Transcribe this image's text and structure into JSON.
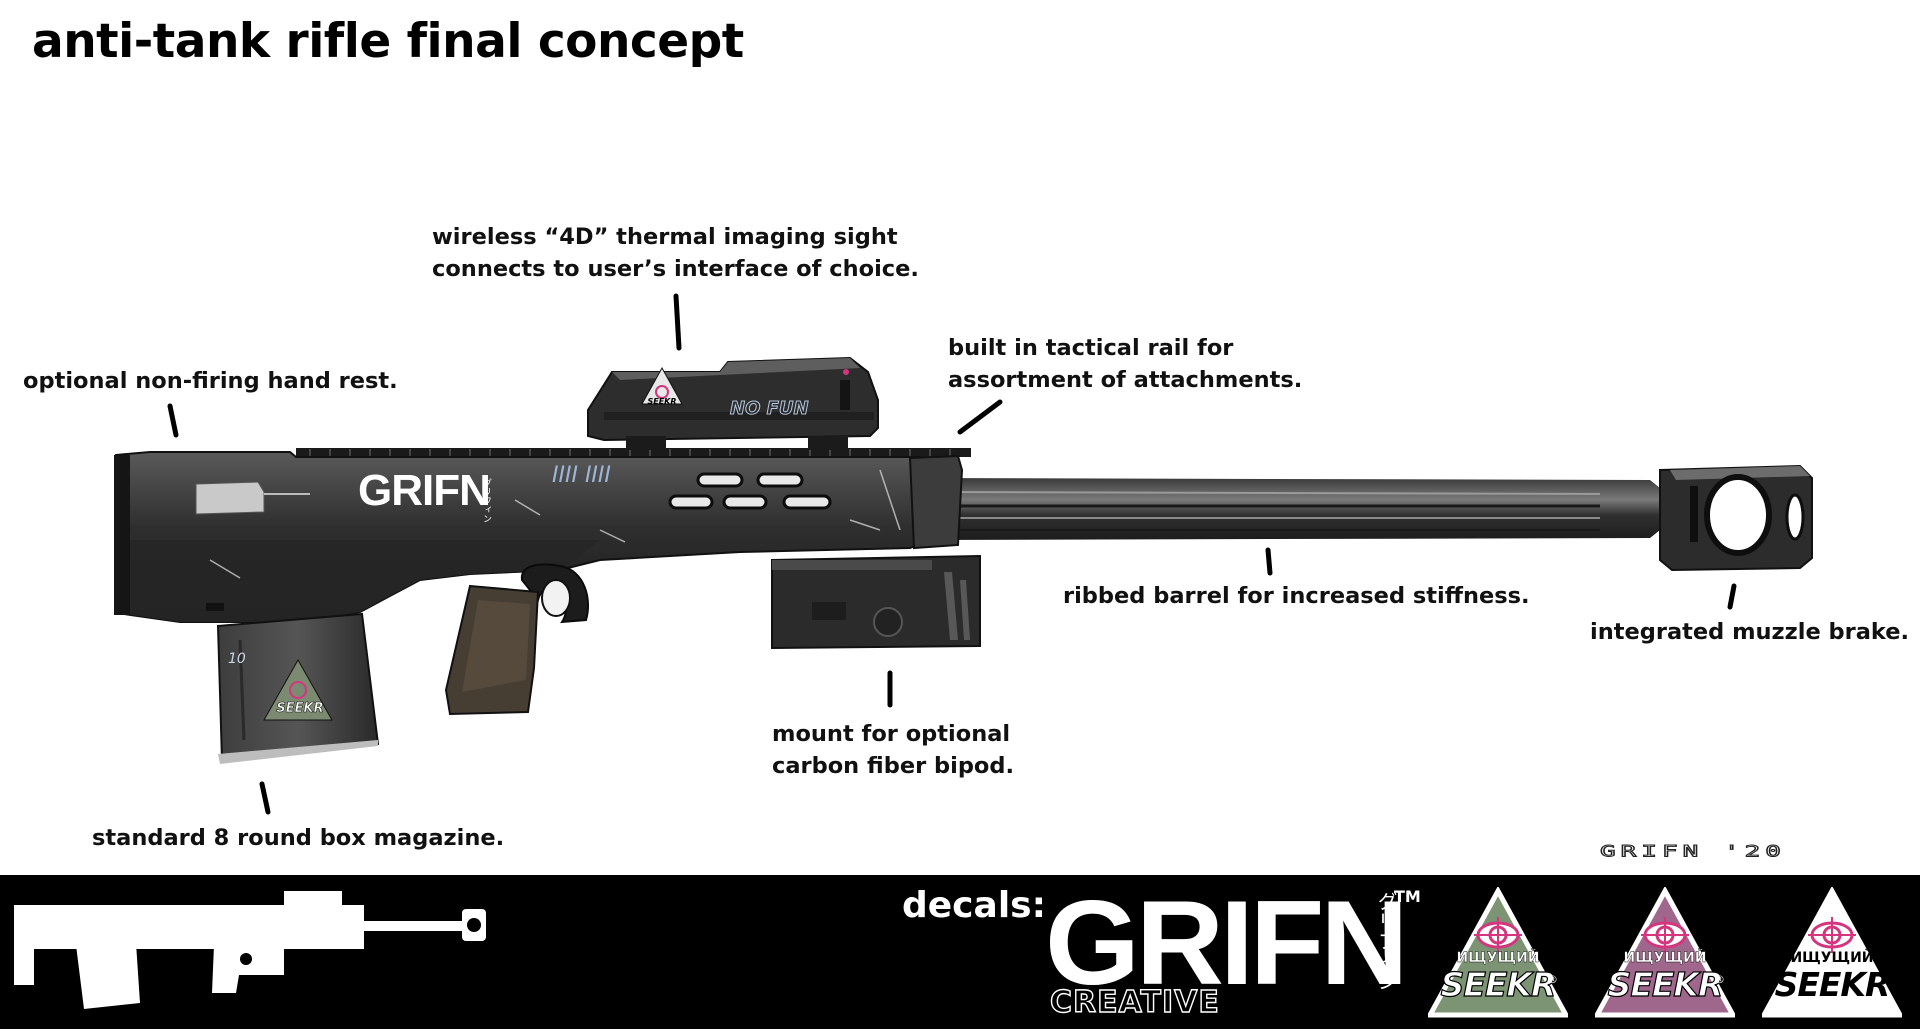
{
  "title": "anti-tank rifle final concept",
  "callouts": {
    "sight": [
      "wireless “4D” thermal imaging sight",
      "connects to user’s interface of choice."
    ],
    "rail": [
      "built in tactical rail for",
      "assortment of attachments."
    ],
    "hand_rest": "optional non-firing hand rest.",
    "barrel": "ribbed barrel for increased stiffness.",
    "muzzle": "integrated muzzle brake.",
    "bipod": [
      "mount for optional",
      "carbon fiber bipod."
    ],
    "magazine": "standard 8 round box magazine."
  },
  "rifle_decals": {
    "stock_logo": "GRIFN",
    "stock_logo_jp": "グリフィン",
    "scope_text": "NO FUN",
    "scope_badge": "SEEKR",
    "magazine_badge": "SEEKR",
    "magazine_number": "10",
    "tally": "IIII IIII"
  },
  "signature": "GRIFN '20",
  "footer": {
    "decals_label": "decals:",
    "grifn_logo": "GRIFN",
    "grifn_tm": "TM",
    "grifn_jp": "グリフィン",
    "grifn_sub": "CREATIVE",
    "badges": [
      {
        "top": "ИЩУЩИЙ",
        "main": "SEEKR",
        "reg": "®",
        "color": "#7d9474"
      },
      {
        "top": "ИЩУЩИЙ",
        "main": "SEEKR",
        "reg": "®",
        "color": "#a0678c"
      },
      {
        "top": "ИЩУЩИЙ",
        "main": "SEEKR",
        "reg": "®",
        "color": "#ffffff"
      }
    ]
  },
  "colors": {
    "accent_pink": "#d4357f",
    "metal_dark": "#2b2b2b",
    "metal_mid": "#4a4a4a"
  }
}
